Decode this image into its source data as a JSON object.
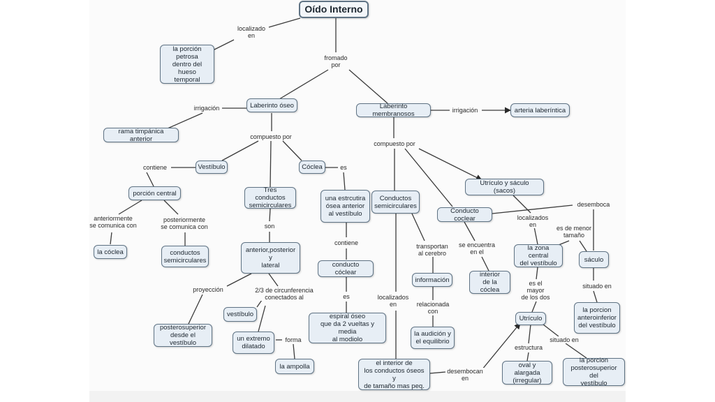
{
  "concept_map": {
    "nodes": {
      "oido_interno": "Oído Interno",
      "porcion_petrosa": "la porción\npetrosa\ndentro del hueso\ntemporal",
      "laberinto_oseo": "Laberinto óseo",
      "laberinto_membranoso": "Laberinto membranosos",
      "arteria_laberintica": "arteria laberíntica",
      "rama_timpanica": "rama timpánica anterior",
      "vestibulo": "Vestíbulo",
      "coclea": "Cóclea",
      "porcion_central": "porción central",
      "la_coclea": "la cóclea",
      "conductos_semicirculares_1": "conductos\nsemicirculares",
      "tres_conductos": "Tres conductos\nsemicirculares",
      "anterior_posterior": "anterior,posterior\ny\nlateral",
      "posterosuperior_vestibulo": "posterosuperior\ndesde el vestíbulo",
      "vestibulo_2": "vestíbulo",
      "extremo_dilatado": "un extremo\ndilatado",
      "la_ampolla": "la ampolla",
      "estructura_osea": "una estrcutira\nósea anterior\nal vestíbulo",
      "conducto_coclear_oseo": "conducto cóclear",
      "espiral_oseo": "espiral óseo\nque da 2 vueltas y media\nal modiolo",
      "conductos_semicirculares_2": "Conductos\nsemicirculares",
      "utriculo_saculo": "Utrículo y sáculo (sacos)",
      "conducto_coclear": "Conducto coclear",
      "informacion": "información",
      "audicion_equilibrio": "la audición y\nel equilibrio",
      "interior_coclea": "interior\nde la cóclea",
      "zona_central": "la zona central\ndel vestíbulo",
      "saculo": "sáculo",
      "utriculo": "Utrículo",
      "porcion_anteroinferior": "la porcion\nanteroinferior\ndel vestíbulo",
      "oval_alargada": "oval y alargada\n(irregular)",
      "porcion_posterosuperior": "la porcion\nposterosuperior del\nvestíbulo",
      "interior_conductos": "el interior de\nlos conductos óseos y\nde tamaño mas peq."
    },
    "links": {
      "localizado_en": "localizado\nen",
      "formado_por": "fromado\npor",
      "irrigacion_1": "irrigación",
      "irrigacion_2": "irrigación",
      "compuesto_por_1": "compuesto por",
      "compuesto_por_2": "compuesto por",
      "contiene_1": "contiene",
      "es_1": "es",
      "anteriormente": "anteriormente\nse comunica con",
      "posteriormente": "posteriormente\nse comunica con",
      "son": "son",
      "contiene_2": "contiene",
      "es_2": "es",
      "proyeccion": "proyección",
      "circunferencia": "2/3  de circunferencia\nconectados al",
      "forma": "forma",
      "localizados_en_1": "localizados\nen",
      "transportan": "transportan\nal cerebro",
      "se_encuentra": "se encuentra\nen el",
      "relacionada_con": "relacionada\ncon",
      "desembocan_en": "desembocan\nen",
      "localizados_en_2": "localizados\nen",
      "desemboca": "desemboca",
      "es_de_menor": "es de menor\ntamaño",
      "es_el_mayor": "es el\nmayor\nde los dos",
      "situado_en_1": "situado en",
      "estructura": "estructura",
      "situado_en_2": "situado en"
    }
  }
}
